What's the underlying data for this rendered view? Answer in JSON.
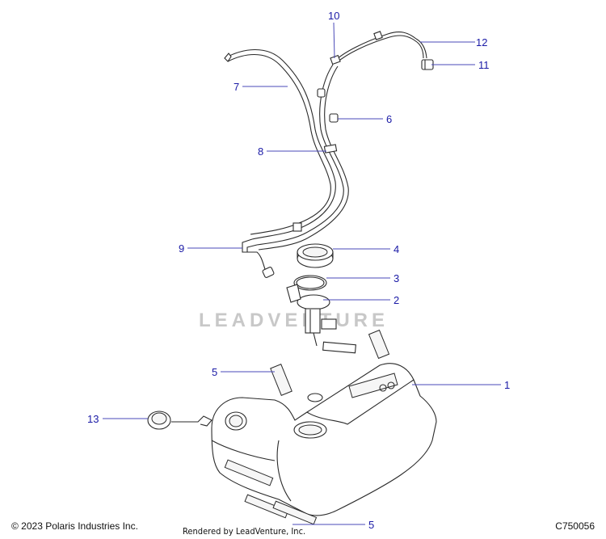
{
  "watermark": "LEADVENTURE",
  "callouts": [
    {
      "id": "c1",
      "number": "1"
    },
    {
      "id": "c2",
      "number": "2"
    },
    {
      "id": "c3",
      "number": "3"
    },
    {
      "id": "c4",
      "number": "4"
    },
    {
      "id": "c5a",
      "number": "5"
    },
    {
      "id": "c5b",
      "number": "5"
    },
    {
      "id": "c6",
      "number": "6"
    },
    {
      "id": "c7",
      "number": "7"
    },
    {
      "id": "c8",
      "number": "8"
    },
    {
      "id": "c9",
      "number": "9"
    },
    {
      "id": "c10",
      "number": "10"
    },
    {
      "id": "c11",
      "number": "11"
    },
    {
      "id": "c12",
      "number": "12"
    },
    {
      "id": "c13",
      "number": "13"
    }
  ],
  "footer": {
    "copyright": "© 2023 Polaris Industries Inc.",
    "rendered_by": "Rendered by LeadVenture, Inc.",
    "diagram_id": "C750056"
  },
  "colors": {
    "callout": "#1a1aa6",
    "leader": "#4a4ab8",
    "linework": "#2a2a2a",
    "watermark": "#c8c8c8"
  }
}
